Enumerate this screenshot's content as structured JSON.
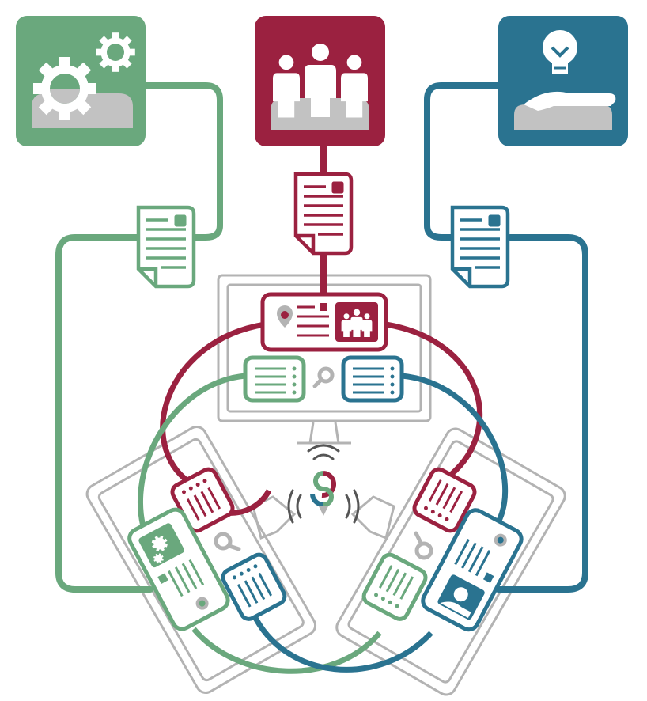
{
  "colors": {
    "green": "#6aa87d",
    "red": "#9b2140",
    "blue": "#2a7390",
    "gray": "#c2c2c2",
    "gray_line": "#b3b3b3",
    "white": "#ffffff"
  },
  "nodes": [
    {
      "id": "settings",
      "icon": "gears-icon",
      "color": "green"
    },
    {
      "id": "people",
      "icon": "people-icon",
      "color": "red"
    },
    {
      "id": "ideas",
      "icon": "lightbulb-hand-icon",
      "color": "blue"
    }
  ],
  "center": {
    "icon": "s-logo-icon"
  },
  "devices": [
    "desktop-monitor",
    "tablet-left",
    "tablet-right",
    "speaker-left",
    "speaker-right"
  ]
}
